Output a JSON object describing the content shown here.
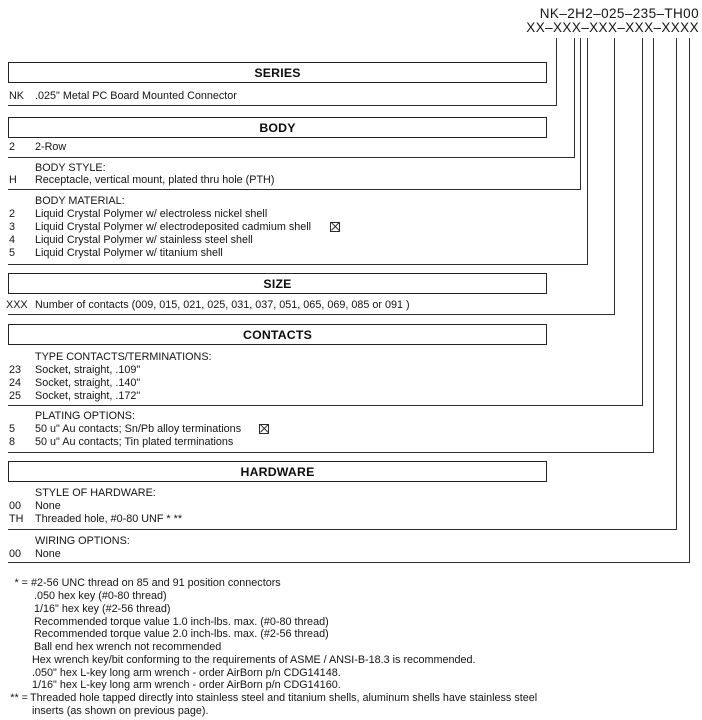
{
  "part_number": {
    "value": "NK–2H2–025–235–TH00",
    "mask": "XX–XXX–XXX–XXX–XXXX"
  },
  "sections": {
    "series": {
      "header": "SERIES",
      "rows": [
        {
          "code": "NK",
          "desc": ".025\" Metal PC Board Mounted Connector"
        }
      ]
    },
    "body": {
      "header": "BODY",
      "rows": [
        {
          "code": "2",
          "desc": "2-Row"
        }
      ],
      "style_label": "BODY STYLE:",
      "style_rows": [
        {
          "code": "H",
          "desc": "Receptacle, vertical mount, plated thru hole (PTH)"
        }
      ],
      "material_label": "BODY MATERIAL:",
      "material_rows": [
        {
          "code": "2",
          "desc": "Liquid Crystal Polymer w/ electroless nickel shell"
        },
        {
          "code": "3",
          "desc": "Liquid Crystal Polymer w/ electrodeposited cadmium shell",
          "flag_icon": "checked-box"
        },
        {
          "code": "4",
          "desc": "Liquid Crystal Polymer w/ stainless steel shell"
        },
        {
          "code": "5",
          "desc": "Liquid Crystal Polymer w/ titanium shell"
        }
      ]
    },
    "size": {
      "header": "SIZE",
      "rows": [
        {
          "code": "XXX",
          "desc": "Number of contacts (009, 015, 021, 025, 031, 037, 051, 065, 069, 085 or 091 )"
        }
      ]
    },
    "contacts": {
      "header": "CONTACTS",
      "type_label": "TYPE CONTACTS/TERMINATIONS:",
      "type_rows": [
        {
          "code": "23",
          "desc": "Socket, straight, .109\""
        },
        {
          "code": "24",
          "desc": "Socket, straight, .140\""
        },
        {
          "code": "25",
          "desc": "Socket, straight, .172\""
        }
      ],
      "plating_label": "PLATING OPTIONS:",
      "plating_rows": [
        {
          "code": "5",
          "desc": "50 u\" Au contacts; Sn/Pb alloy terminations",
          "flag_icon": "checked-box"
        },
        {
          "code": "8",
          "desc": "50 u\" Au contacts; Tin plated terminations"
        }
      ]
    },
    "hardware": {
      "header": "HARDWARE",
      "style_label": "STYLE OF HARDWARE:",
      "style_rows": [
        {
          "code": "00",
          "desc": "None"
        },
        {
          "code": "TH",
          "desc": "Threaded hole, #0-80 UNF * **"
        }
      ],
      "wiring_label": "WIRING OPTIONS:",
      "wiring_rows": [
        {
          "code": "00",
          "desc": "None"
        }
      ]
    }
  },
  "footnotes": [
    {
      "marker": "* =",
      "text": "#2-56 UNC thread on 85 and 91 position connectors"
    },
    {
      "marker": "",
      "text": ".050 hex key (#0-80 thread)"
    },
    {
      "marker": "",
      "text": "1/16\" hex key (#2-56 thread)"
    },
    {
      "marker": "",
      "text": "Recommended torque value 1.0 inch-lbs. max. (#0-80 thread)"
    },
    {
      "marker": "",
      "text": "Recommended torque value 2.0 inch-lbs. max. (#2-56 thread)"
    },
    {
      "marker": "",
      "text": "Ball end hex wrench not recommended"
    },
    {
      "marker": "",
      "text": "Hex wrench key/bit conforming to the requirements of ASME / ANSI-B-18.3 is recommended."
    },
    {
      "marker": "",
      "text": ".050\" hex L-key long arm wrench - order AirBorn p/n CDG14148."
    },
    {
      "marker": "",
      "text": "1/16\" hex L-key long arm wrench - order AirBorn p/n CDG14160."
    },
    {
      "marker": "** =",
      "text": "Threaded hole tapped directly into stainless steel and titanium shells, aluminum shells have stainless steel"
    },
    {
      "marker": "",
      "text": "inserts (as shown on previous page)."
    }
  ],
  "colors": {
    "ink": "#141414",
    "line": "#2e2e2e",
    "background": "#ffffff"
  }
}
